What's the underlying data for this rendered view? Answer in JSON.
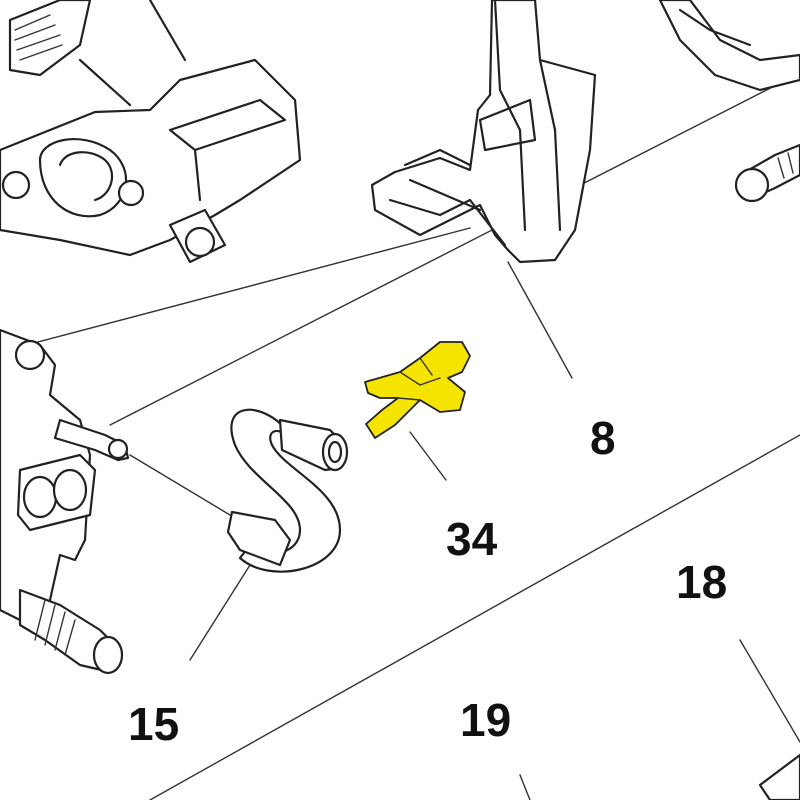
{
  "diagram": {
    "highlight_color": "#f5e400",
    "line_color": "#222222",
    "background": "#ffffff",
    "labels": {
      "part_8": "8",
      "part_34": "34",
      "part_15": "15",
      "part_18": "18",
      "part_19": "19"
    },
    "highlighted_part": "34"
  }
}
